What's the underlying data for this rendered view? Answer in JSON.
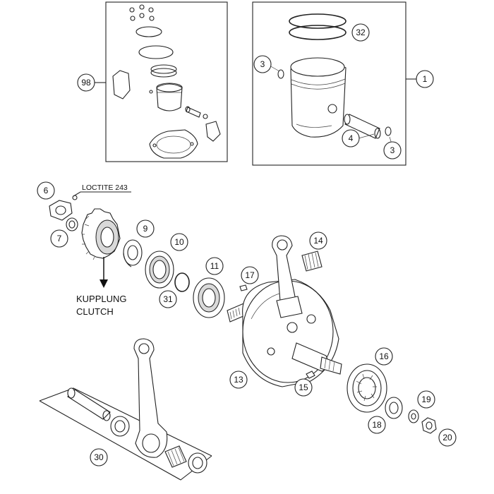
{
  "callouts": [
    {
      "id": "c98",
      "label": "98"
    },
    {
      "id": "c32",
      "label": "32"
    },
    {
      "id": "c3a",
      "label": "3"
    },
    {
      "id": "c1",
      "label": "1"
    },
    {
      "id": "c4",
      "label": "4"
    },
    {
      "id": "c3b",
      "label": "3"
    },
    {
      "id": "c6",
      "label": "6"
    },
    {
      "id": "c7",
      "label": "7"
    },
    {
      "id": "c9",
      "label": "9"
    },
    {
      "id": "c10",
      "label": "10"
    },
    {
      "id": "c11",
      "label": "11"
    },
    {
      "id": "c17",
      "label": "17"
    },
    {
      "id": "c14",
      "label": "14"
    },
    {
      "id": "c31",
      "label": "31"
    },
    {
      "id": "c13",
      "label": "13"
    },
    {
      "id": "c16",
      "label": "16"
    },
    {
      "id": "c15",
      "label": "15"
    },
    {
      "id": "c19",
      "label": "19"
    },
    {
      "id": "c18",
      "label": "18"
    },
    {
      "id": "c20",
      "label": "20"
    },
    {
      "id": "c30",
      "label": "30"
    }
  ],
  "annotations": {
    "loctite": "LOCTITE 243",
    "kupplung": "KUPPLUNG",
    "clutch": "CLUTCH"
  }
}
